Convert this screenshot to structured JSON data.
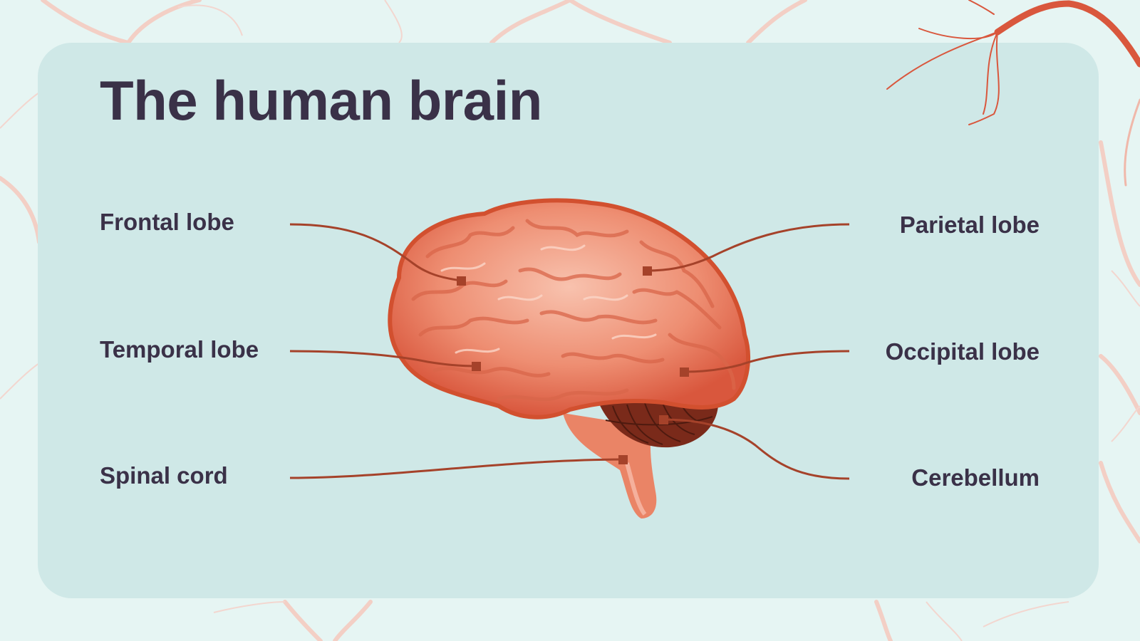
{
  "slide": {
    "title": "The human brain",
    "labels": {
      "frontal": "Frontal lobe",
      "temporal": "Temporal lobe",
      "spinal": "Spinal cord",
      "parietal": "Parietal lobe",
      "occipital": "Occipital lobe",
      "cerebellum": "Cerebellum"
    }
  },
  "colors": {
    "background": "#e6f5f3",
    "panel": "#cfe8e7",
    "text": "#3a3148",
    "leader_line": "#a5422a",
    "brain": "#e8765a",
    "cerebellum": "#7a2a1a",
    "neurons": "#f2c6bb"
  }
}
